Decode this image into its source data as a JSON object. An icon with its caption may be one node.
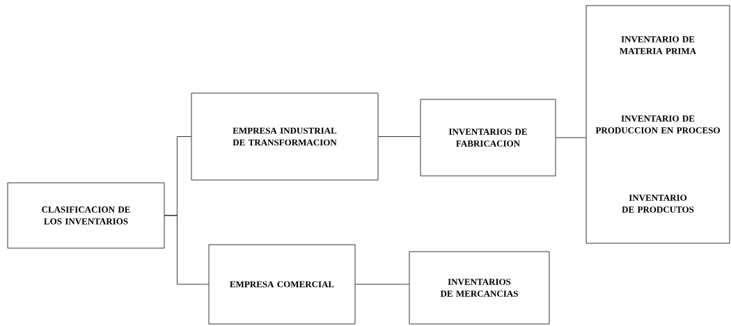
{
  "diagram": {
    "nodes": [
      {
        "text": [
          "CLASIFICACION DE LOS INVENTARIOS"
        ]
      },
      {
        "text": [
          "EMPRESA INDUSTRIAL DE TRANSFORMACION"
        ]
      },
      {
        "text": [
          "INVENTARIOS DE FABRICACION"
        ]
      },
      {
        "text": [
          "INVENTARIO DE MATERIA PRIMA",
          "INVENTARIO DE PRODUCCION EN PROCESO",
          "INVENTARIO DE PRODCUTOS"
        ]
      },
      {
        "text": [
          "EMPRESA COMERCIAL"
        ]
      },
      {
        "text": [
          "INVENTARIOS DE MERCANCIAS"
        ]
      }
    ],
    "edges": [
      {
        "from": 0,
        "to": 1,
        "arrow": "none"
      },
      {
        "from": 0,
        "to": 4,
        "arrow": "none"
      },
      {
        "from": 1,
        "to": 2,
        "arrow": "none"
      },
      {
        "from": 2,
        "to": 3,
        "arrow": "none"
      },
      {
        "from": 4,
        "to": 5,
        "arrow": "none"
      }
    ]
  }
}
